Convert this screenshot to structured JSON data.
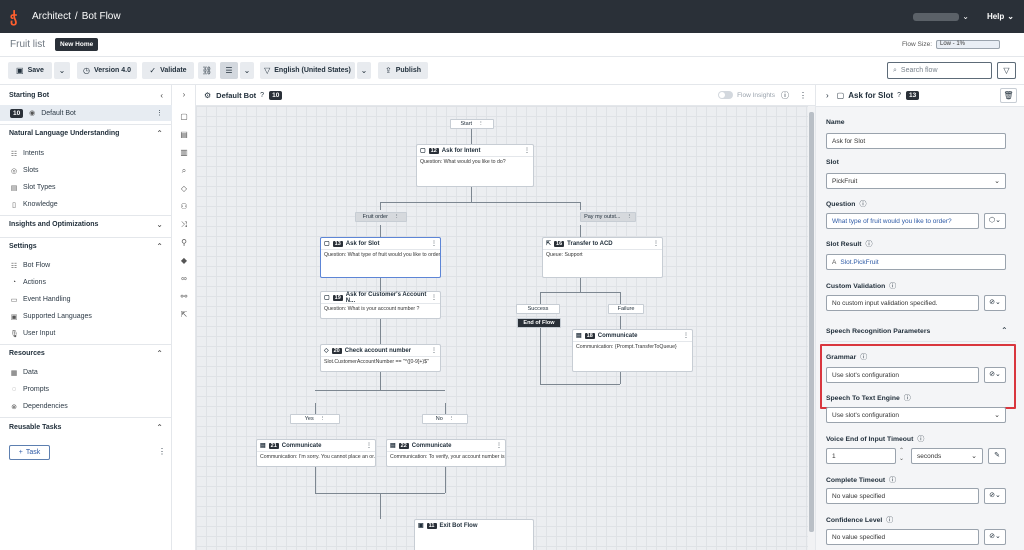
{
  "topbar": {
    "app": "Architect",
    "separator": "/",
    "section": "Bot Flow",
    "help": "Help"
  },
  "bar2": {
    "fruit_list": "Fruit list",
    "new_home": "New Home",
    "flow_size_label": "Flow Size:",
    "flow_size_value": "Low - 1%"
  },
  "toolbar": {
    "save": "Save",
    "version": "Version 4.0",
    "validate": "Validate",
    "language": "English (United States)",
    "publish": "Publish",
    "search_placeholder": "Search flow"
  },
  "left": {
    "starting_bot": "Starting Bot",
    "default_bot_count": "10",
    "default_bot": "Default Bot",
    "nlu": "Natural Language Understanding",
    "nlu_items": [
      "Intents",
      "Slots",
      "Slot Types",
      "Knowledge"
    ],
    "insights": "Insights and Optimizations",
    "settings": "Settings",
    "settings_items": [
      "Bot Flow",
      "Actions",
      "Event Handling",
      "Supported Languages",
      "User Input"
    ],
    "resources": "Resources",
    "resources_items": [
      "Data",
      "Prompts",
      "Dependencies"
    ],
    "reusable": "Reusable Tasks",
    "task_btn": "Task"
  },
  "canvas_head": {
    "title": "Default Bot",
    "count": "10",
    "flow_insights": "Flow Insights"
  },
  "flow": {
    "start": "Start",
    "ask_intent": {
      "num": "12",
      "title": "Ask for Intent",
      "body": "Question: What would you like to do?"
    },
    "fruit_order": "Fruit order",
    "pay_my": "Pay my outst...",
    "ask_slot": {
      "num": "13",
      "title": "Ask for Slot",
      "body": "Question: What type of fruit would you like to order?"
    },
    "transfer": {
      "num": "16",
      "title": "Transfer to ACD",
      "body": "Queue: Support"
    },
    "success": "Success",
    "failure": "Failure",
    "end_of_flow": "End of Flow",
    "communicate18": {
      "num": "18",
      "title": "Communicate",
      "body": "Communication: {Prompt.TransferToQueue}"
    },
    "ask_account": {
      "num": "19",
      "title": "Ask for Customer's Account N...",
      "body": "Question: What is your account number ?"
    },
    "check_account": {
      "num": "20",
      "title": "Check account number",
      "body": "Slot.CustomerAccountNumber == \"^([0-9]+)$\""
    },
    "yes": "Yes",
    "no": "No",
    "communicate21": {
      "num": "21",
      "title": "Communicate",
      "body": "Communication: I'm sorry. You cannot place an or..."
    },
    "communicate22": {
      "num": "22",
      "title": "Communicate",
      "body": "Communication: To verify, your account number is..."
    },
    "exit": {
      "num": "11",
      "title": "Exit Bot Flow"
    }
  },
  "right": {
    "title": "Ask for Slot",
    "count": "13",
    "name_label": "Name",
    "name_value": "Ask for Slot",
    "slot_label": "Slot",
    "slot_value": "PickFruit",
    "question_label": "Question",
    "question_value": "What type of fruit would you like to order?",
    "slot_result_label": "Slot Result",
    "slot_result_value": "Slot.PickFruit",
    "custom_validation_label": "Custom Validation",
    "custom_validation_value": "No custom input validation specified.",
    "speech_params": "Speech Recognition Parameters",
    "grammar_label": "Grammar",
    "grammar_value": "Use slot's configuration",
    "stt_label": "Speech To Text Engine",
    "stt_value": "Use slot's configuration",
    "voice_eoi_label": "Voice End of Input Timeout",
    "voice_eoi_value": "1",
    "voice_eoi_unit": "seconds",
    "complete_timeout_label": "Complete Timeout",
    "complete_timeout_value": "No value specified",
    "confidence_label": "Confidence Level",
    "confidence_value": "No value specified"
  }
}
